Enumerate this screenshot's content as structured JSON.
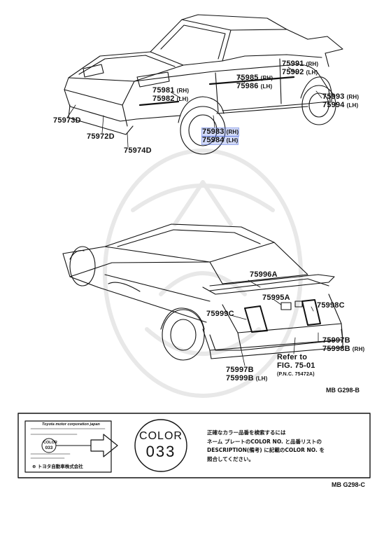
{
  "upper_view": {
    "labels": [
      {
        "code": "75981",
        "side": "(RH)"
      },
      {
        "code": "75982",
        "side": "(LH)"
      },
      {
        "code": "75985",
        "side": "(RH)"
      },
      {
        "code": "75986",
        "side": "(LH)"
      },
      {
        "code": "75991",
        "side": "(RH)"
      },
      {
        "code": "75992",
        "side": "(LH)"
      },
      {
        "code": "75993",
        "side": "(RH)"
      },
      {
        "code": "75994",
        "side": "(LH)"
      },
      {
        "code": "75983",
        "side": "(RH)"
      },
      {
        "code": "75984",
        "side": "(LH)"
      },
      {
        "code": "75973D",
        "side": ""
      },
      {
        "code": "75972D",
        "side": ""
      },
      {
        "code": "75974D",
        "side": ""
      }
    ],
    "figure_code": "MB  G298-B"
  },
  "lower_view": {
    "labels": [
      {
        "code": "75996A",
        "side": ""
      },
      {
        "code": "75995A",
        "side": ""
      },
      {
        "code": "75998C",
        "side": ""
      },
      {
        "code": "75999C",
        "side": ""
      },
      {
        "code": "75997B",
        "side": ""
      },
      {
        "code": "75998B",
        "side": "(RH)"
      },
      {
        "code": "75997B",
        "side": ""
      },
      {
        "code": "75999B",
        "side": "(LH)"
      }
    ],
    "refer": {
      "line1": "Refer to",
      "line2": "FIG. 75-01",
      "line3": "(P.N.C. 75472A)"
    }
  },
  "color_box": {
    "plate_header": "Toyota motor corporation japan",
    "plate_color_label": "COLOR",
    "plate_color_value": "033",
    "plate_footer": "トヨタ自動車株式会社",
    "badge_label": "COLOR",
    "badge_value": "033",
    "note_lines": [
      "正確なカラー品番を検索するには",
      "ネーム プレートのCOLOR NO. と品番リストの",
      "DESCRIPTION(備考) に記載のCOLOR NO. を",
      "照合してください。"
    ],
    "figure_code": "MB  G298-C"
  }
}
